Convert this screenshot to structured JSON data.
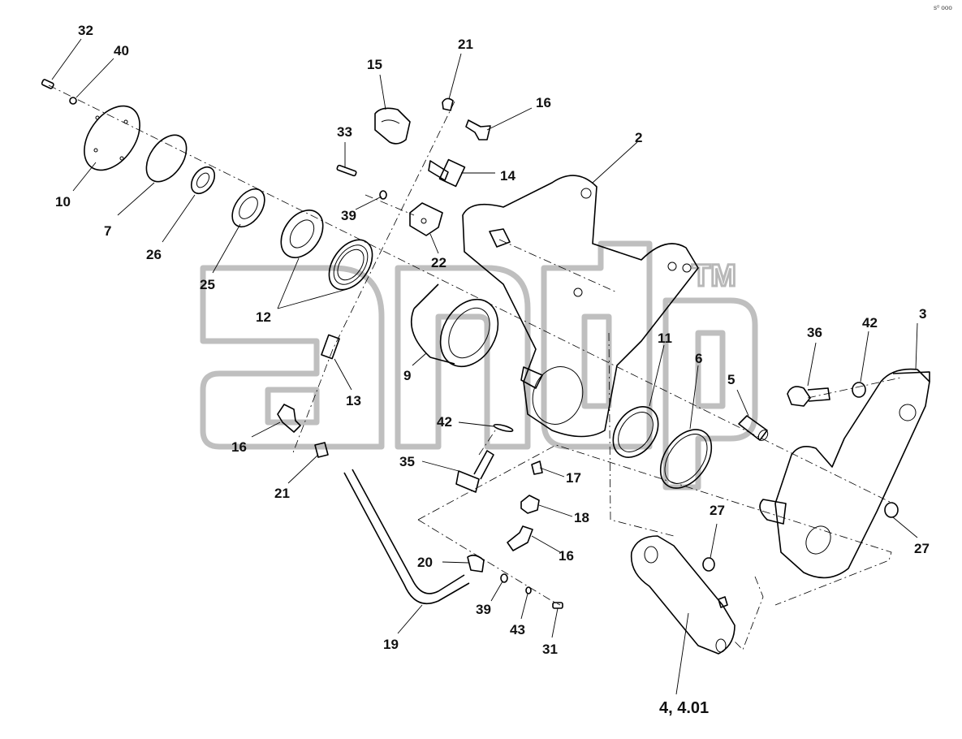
{
  "watermark": {
    "trademark": "TM"
  },
  "corner_mark": "s⁰ ooo",
  "callouts": {
    "c32": "32",
    "c40": "40",
    "c21a": "21",
    "c15": "15",
    "c16a": "16",
    "c33": "33",
    "c14": "14",
    "c2": "2",
    "c10": "10",
    "c7": "7",
    "c26": "26",
    "c39a": "39",
    "c22": "22",
    "c25": "25",
    "c12": "12",
    "c3": "3",
    "c36": "36",
    "c42a": "42",
    "c11": "11",
    "c6": "6",
    "c9": "9",
    "c13": "13",
    "c5": "5",
    "c42b": "42",
    "c16b": "16",
    "c35": "35",
    "c21b": "21",
    "c17": "17",
    "c18": "18",
    "c27a": "27",
    "c27b": "27",
    "c16c": "16",
    "c20": "20",
    "c39b": "39",
    "c43": "43",
    "c31": "31",
    "c19": "19",
    "c4": "4, 4.01"
  }
}
